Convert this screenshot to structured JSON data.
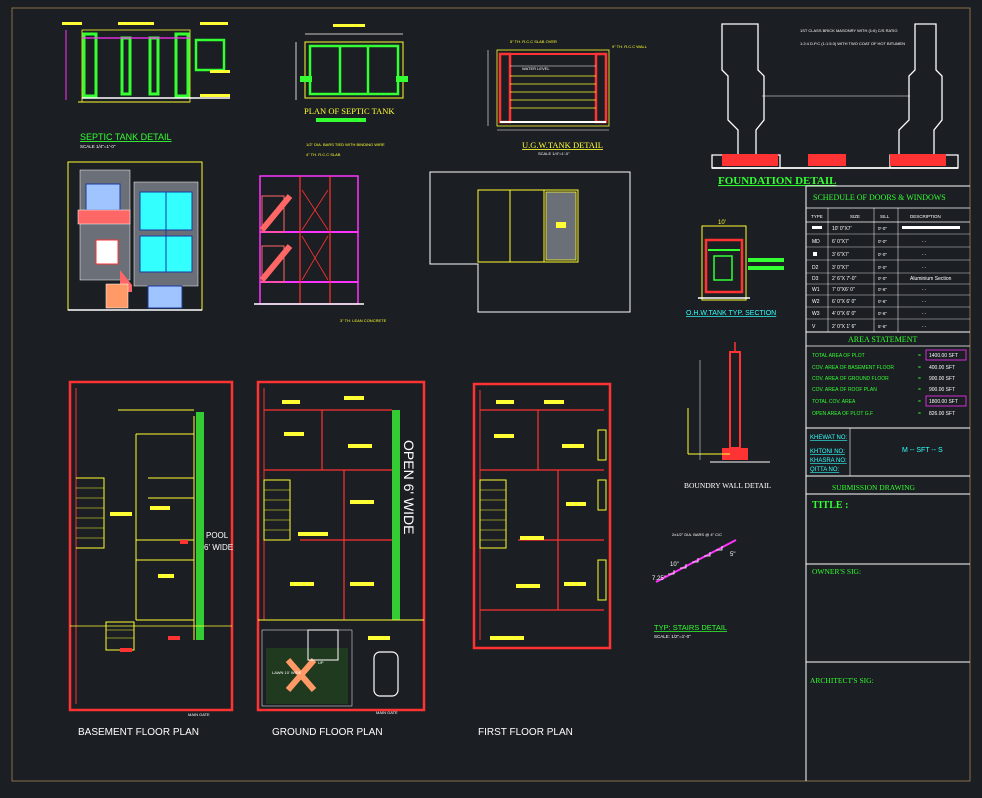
{
  "details": {
    "septic_title": "SEPTIC TANK DETAIL",
    "septic_scale": "SCALE 1/4\"=1'-0\"",
    "septic_plan_title": "PLAN OF SEPTIC TANK",
    "ugw_title": "U.G.W.TANK DETAIL",
    "ugw_scale": "SCALE 1/4\"=1'-0\"",
    "ugw_water_level": "WATER LEVEL",
    "ugw_slab_label": "5\" TH. R.C.C SLAB OVER",
    "ugw_wall_label": "9\" TH. R.C.C WALL",
    "foundation_title": "FOUNDATION DETAIL",
    "foundation_note": "1ST CLASS BRICK MASONRY WITH (1:6) C/S RATIO",
    "foundation_note2": "1:2:4 D.P.C (1:1.5:3) WITH TWO COAT OF HOT BITUMEN",
    "ohw_title": "O.H.W.TANK TYP. SECTION",
    "ohw_dim": "10'",
    "boundary_title": "BOUNDRY WALL DETAIL",
    "stairs_title": "TYP: STAIRS DETAIL",
    "stairs_scale": "SCALE: 1/2\"=1'-0\"",
    "stairs_dims": [
      "10\"",
      "7.25\"",
      "5\""
    ],
    "stairs_note": "2x1/2\" DIA. BARS @ 4\" C/C",
    "section_notes": [
      "1/2\" DIA. BARS TIED WITH BINDING WIRE",
      "4\" TH. R.C.C SLAB",
      "3\" TH. LEAN CONCRETE"
    ]
  },
  "plans": {
    "basement_label": "BASEMENT FLOOR PLAN",
    "ground_label": "GROUND FLOOR PLAN",
    "first_label": "FIRST FLOOR PLAN",
    "pool_label": "POOL",
    "pool_width": "6' WIDE",
    "open_label": "OPEN 6' WIDE",
    "lawn_label": "LAWN 10' WIDE",
    "main_gate": "MAIN GATE",
    "up_label": "UP"
  },
  "schedule": {
    "title": "SCHEDULE OF DOORS & WINDOWS",
    "headers": [
      "TYPE",
      "SIZE",
      "SILL",
      "DESCRIPTION"
    ],
    "rows": [
      {
        "type": "",
        "size": "10' 0\"X7'",
        "sill": "0'-0\"",
        "desc": ""
      },
      {
        "type": "MD",
        "size": "6' 0\"X7'",
        "sill": "0'-0\"",
        "desc": "-   -"
      },
      {
        "type": "",
        "size": "3' 6\"X7'",
        "sill": "0'-0\"",
        "desc": "-   -"
      },
      {
        "type": "D2",
        "size": "3' 0\"X7'",
        "sill": "0'-0\"",
        "desc": "-   -"
      },
      {
        "type": "D3",
        "size": "2' 6\"X 7'-0\"",
        "sill": "0'-0\"",
        "desc": "Aluminium Section"
      },
      {
        "type": "W1",
        "size": "7' 0\"X6' 0\"",
        "sill": "0'-6\"",
        "desc": "-   -"
      },
      {
        "type": "W2",
        "size": "6' 0\"X 6' 0\"",
        "sill": "0'-6\"",
        "desc": "-   -"
      },
      {
        "type": "W3",
        "size": "4' 0\"X 6' 0\"",
        "sill": "0'-6\"",
        "desc": "-   -"
      },
      {
        "type": "V",
        "size": "2' 0\"X 1' 6\"",
        "sill": "5'-6\"",
        "desc": "-   -"
      }
    ]
  },
  "area": {
    "title": "AREA STATEMENT",
    "rows": [
      {
        "label": "TOTAL AREA OF PLOT",
        "value": "1400.00 SFT",
        "boxed": true
      },
      {
        "label": "COV. AREA OF BASEMENT FLOOR",
        "value": "400.00 SFT",
        "boxed": false
      },
      {
        "label": "COV. AREA OF GROUND FLOOR",
        "value": "900.00 SFT",
        "boxed": false
      },
      {
        "label": "COV. AREA OF ROOF PLAN",
        "value": "900.00 SFT",
        "boxed": false
      },
      {
        "label": "TOTAL COV. AREA",
        "value": "1800.00 SFT",
        "boxed": true
      },
      {
        "label": "OPEN AREA OF PLOT G.F",
        "value": "826.00 SFT",
        "boxed": false
      }
    ]
  },
  "plot_info": {
    "khewat": "KHEWAT NO:",
    "khtoni": "KHTONI NO:",
    "khasra": "KHASRA NO:",
    "qitta": "QITTA NO:",
    "area_text": "M -- SFT -- S"
  },
  "title_block": {
    "submission": "SUBMISSION DRAWING",
    "title": "TITLE :",
    "owner": "OWNER'S SIG:",
    "architect": "ARCHITECT'S SIG:"
  },
  "colors": {
    "background": "#1b1e22",
    "wall": "#e02020",
    "line": "#ffff33",
    "green": "#33ff33",
    "cyan": "#33ffff",
    "magenta": "#ff33ff",
    "white": "#ffffff",
    "frame": "#8a6e4b"
  }
}
